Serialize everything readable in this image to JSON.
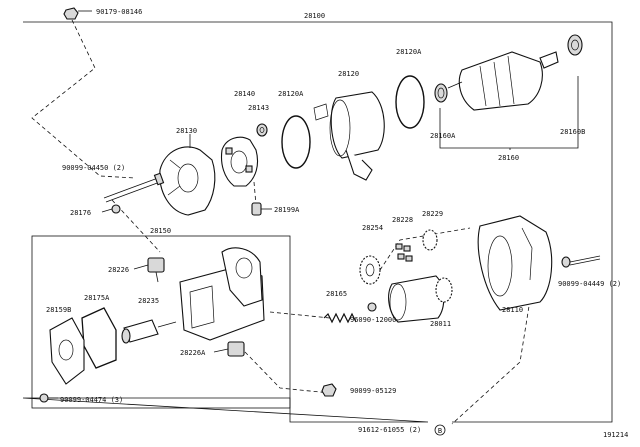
{
  "diagram": {
    "figure_number": "191214",
    "labels": {
      "p90179_08146": "90179-08146",
      "p28100": "28100",
      "p28120a_top": "28120A",
      "p28120": "28120",
      "p28140": "28140",
      "p28143": "28143",
      "p28120a_mid": "28120A",
      "p28160a": "28160A",
      "p28160b": "28160B",
      "p28160": "28160",
      "p28130": "28130",
      "p90099_04450": "90099-04450 (2)",
      "p28176": "28176",
      "p28199a": "28199A",
      "p28150": "28150",
      "p28226": "28226",
      "p28254": "28254",
      "p28228": "28228",
      "p28229": "28229",
      "p28175a": "28175A",
      "p28235": "28235",
      "p28159b": "28159B",
      "p28165": "28165",
      "p28011": "28011",
      "p28110": "28110",
      "p90099_04449": "90099-04449 (2)",
      "p96090_12000": "96090-12000",
      "p28226a": "28226A",
      "p90099_04474": "90099-04474 (3)",
      "p90099_05129": "90099-05129",
      "p91612_61055": "91612-61055 (2)"
    }
  }
}
